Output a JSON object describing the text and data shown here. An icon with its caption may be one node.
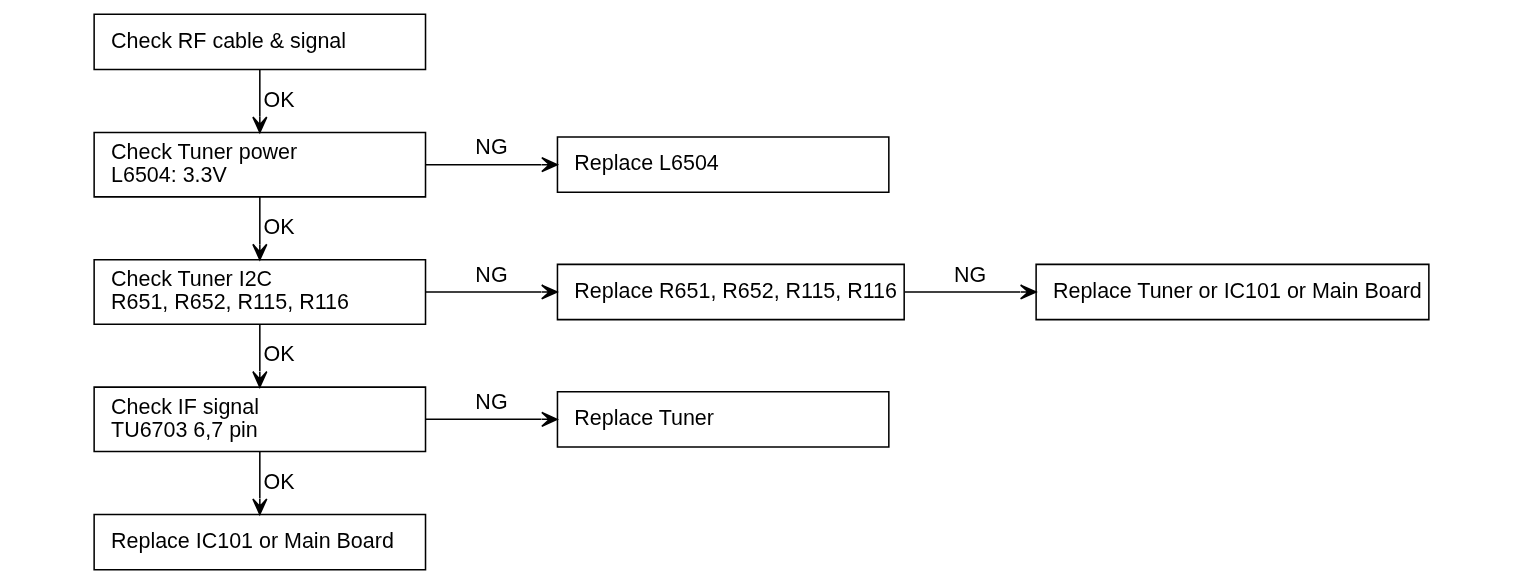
{
  "diagram": {
    "nodes": [
      {
        "text": [
          "Check RF cable & signal"
        ]
      },
      {
        "text": [
          "Check Tuner power",
          "L6504: 3.3V"
        ]
      },
      {
        "text": [
          "Replace L6504"
        ]
      },
      {
        "text": [
          "Check Tuner I2C",
          "R651, R652, R115, R116"
        ]
      },
      {
        "text": [
          "Replace R651, R652, R115, R116"
        ]
      },
      {
        "text": [
          "Replace Tuner or IC101 or Main Board"
        ]
      },
      {
        "text": [
          "Check IF signal",
          "TU6703 6,7 pin"
        ]
      },
      {
        "text": [
          "Replace Tuner"
        ]
      },
      {
        "text": [
          "Replace IC101 or Main Board"
        ]
      }
    ],
    "edges": [
      {
        "from": 0,
        "to": 1,
        "arrow": "to",
        "label": "OK"
      },
      {
        "from": 1,
        "to": 2,
        "arrow": "to",
        "label": "NG"
      },
      {
        "from": 1,
        "to": 3,
        "arrow": "to",
        "label": "OK"
      },
      {
        "from": 3,
        "to": 4,
        "arrow": "to",
        "label": "NG"
      },
      {
        "from": 4,
        "to": 5,
        "arrow": "to",
        "label": "NG"
      },
      {
        "from": 3,
        "to": 6,
        "arrow": "to",
        "label": "OK"
      },
      {
        "from": 6,
        "to": 7,
        "arrow": "to",
        "label": "NG"
      },
      {
        "from": 6,
        "to": 8,
        "arrow": "to",
        "label": "OK"
      }
    ]
  }
}
